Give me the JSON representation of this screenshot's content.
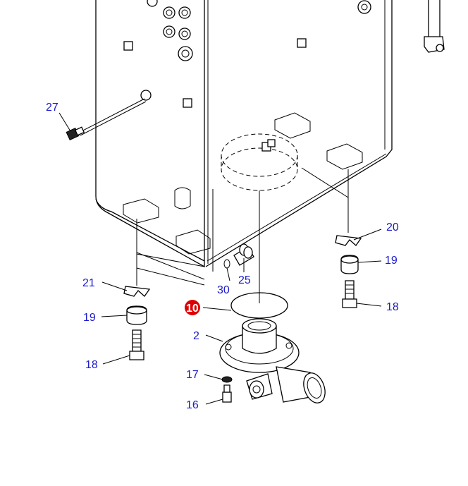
{
  "callouts": {
    "c27": "27",
    "c20": "20",
    "c19a": "19",
    "c18a": "18",
    "c21": "21",
    "c19b": "19",
    "c18b": "18",
    "c30": "30",
    "c25": "25",
    "c10": "10",
    "c2": "2",
    "c17": "17",
    "c16": "16"
  },
  "colors": {
    "callout": "#1a1acc",
    "highlight": "#e00000",
    "linework": "#000000"
  },
  "highlighted_part": "10"
}
